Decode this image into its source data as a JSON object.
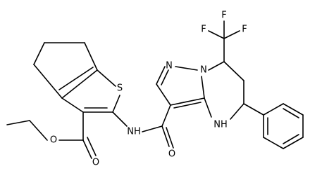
{
  "labels": {
    "S": "S",
    "O_ester_single": "O",
    "O_ester_double": "O",
    "NH_amide": "NH",
    "O_amide": "O",
    "N_pz1": "N",
    "N_pz2": "N",
    "NH_ring": "NH",
    "F1": "F",
    "F2": "F",
    "F3": "F"
  }
}
